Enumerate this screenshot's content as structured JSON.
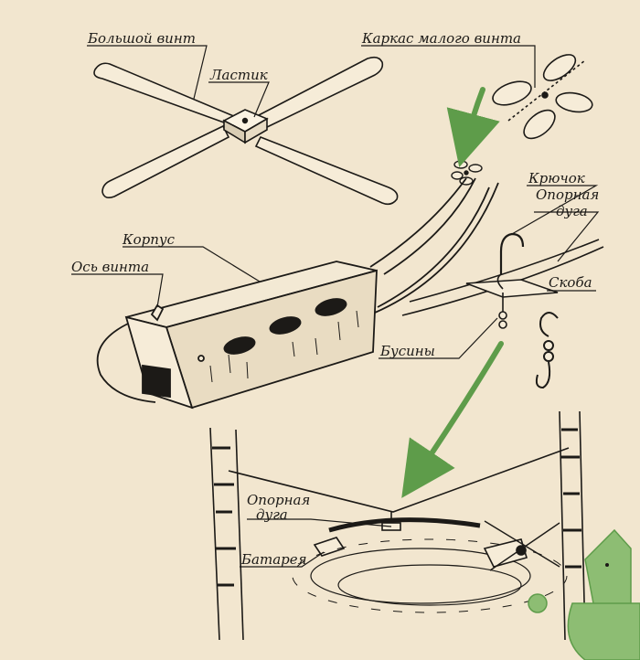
{
  "labels": {
    "big_rotor": "Большой винт",
    "small_rotor_frame": "Каркас малого винта",
    "eraser": "Ластик",
    "hook": "Крючок",
    "support_arc_top_1": "Опорная",
    "support_arc_top_2": "дуга",
    "body": "Корпус",
    "rotor_axis": "Ось винта",
    "bracket": "Скоба",
    "beads": "Бусины",
    "support_arc_bottom_1": "Опорная",
    "support_arc_bottom_2": "дуга",
    "battery": "Батарея"
  },
  "colors": {
    "paper": "#f2e6cf",
    "ink": "#1c1a17",
    "accent_green": "#5e9c4a",
    "figure_green": "#8dbd73"
  }
}
